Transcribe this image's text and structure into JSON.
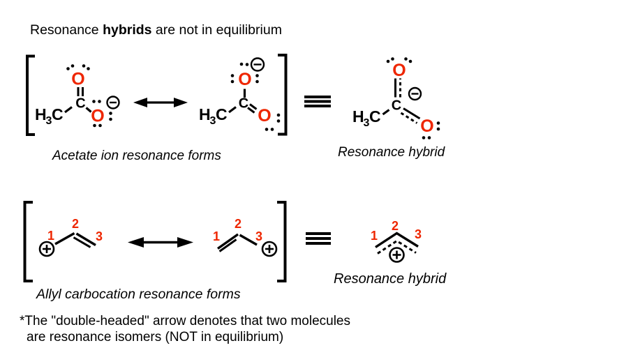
{
  "title": {
    "pre": "Resonance ",
    "bold": "hybrids",
    "post": " are not in equilibrium"
  },
  "colors": {
    "red": "#ee2600",
    "black": "#000000",
    "background": "#ffffff"
  },
  "atoms": {
    "methyl_h": "H",
    "methyl_subscript": "3",
    "methyl_c": "C",
    "carbon": "C",
    "oxygen": "O"
  },
  "icons": {
    "minus_charge": "⊖",
    "plus_charge": "⊕",
    "resonance_arrow": "↔",
    "equivalence": "≡"
  },
  "acetate": {
    "caption": "Acetate ion resonance forms",
    "hybrid_caption": "Resonance hybrid"
  },
  "allyl": {
    "caption": "Allyl carbocation resonance forms",
    "hybrid_caption": "Resonance hybrid",
    "carbon_numbers": [
      "1",
      "2",
      "3"
    ]
  },
  "footnote": {
    "line1": "*The \"double-headed\" arrow denotes that two molecules",
    "line2": "are resonance isomers  (NOT in equilibrium)"
  }
}
